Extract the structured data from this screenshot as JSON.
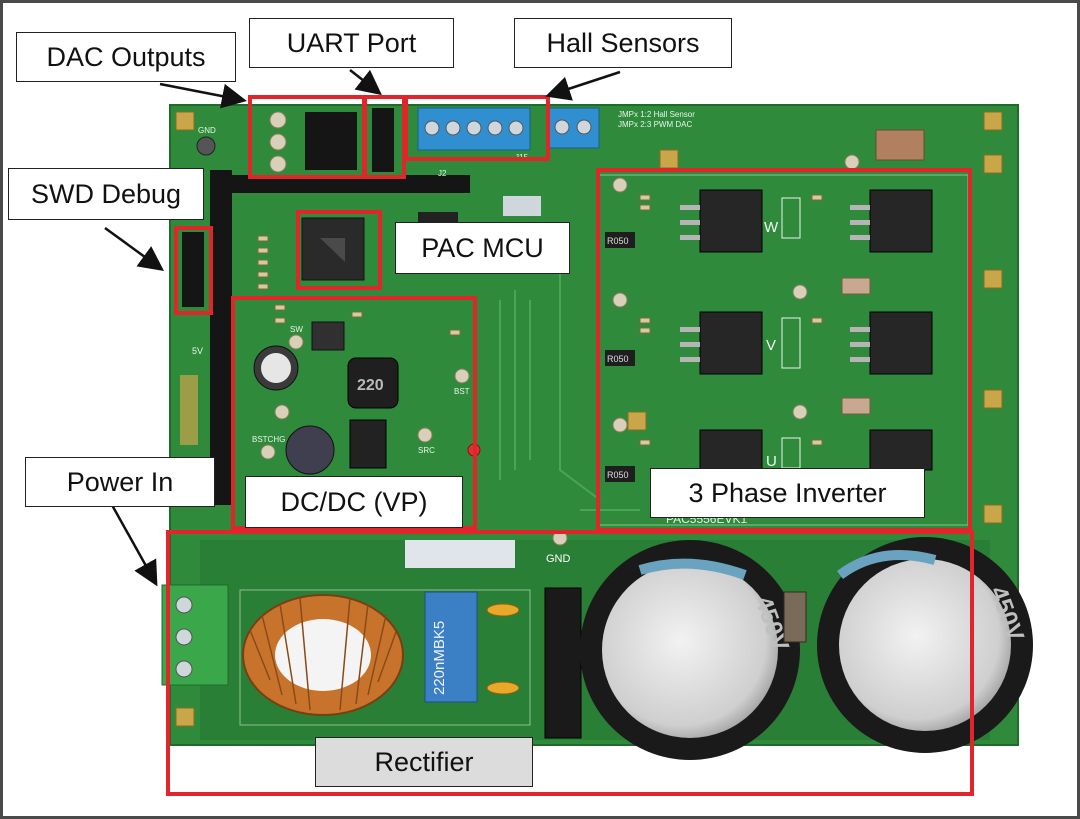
{
  "labels": {
    "dac_outputs": "DAC Outputs",
    "uart_port": "UART Port",
    "hall_sensors": "Hall Sensors",
    "swd_debug": "SWD Debug",
    "pac_mcu": "PAC MCU",
    "dc_dc": "DC/DC (VP)",
    "three_phase_inverter": "3 Phase Inverter",
    "power_in": "Power In",
    "rectifier": "Rectifier"
  },
  "silkscreen": {
    "gnd_top": "GND",
    "gnd_bottom": "GND",
    "hall_jumper_1": "JMPx 1:2 Hall Sensor",
    "hall_jumper_2": "JMPx 2:3 PWM DAC",
    "phase_w": "W",
    "phase_v": "V",
    "phase_u": "U",
    "inductor": "220",
    "cap_film": "220nMBK5",
    "cap_bulk": "450V",
    "r050": "R050",
    "bst": "BST",
    "src": "SRC",
    "sw": "SW",
    "bstchg": "BSTCHG",
    "v5": "5V",
    "board_id": "PAC5556EVK1",
    "j15": "J15",
    "j2": "J2"
  },
  "colors": {
    "pcb": "#2f8a3c",
    "highlight": "#e0262b"
  }
}
